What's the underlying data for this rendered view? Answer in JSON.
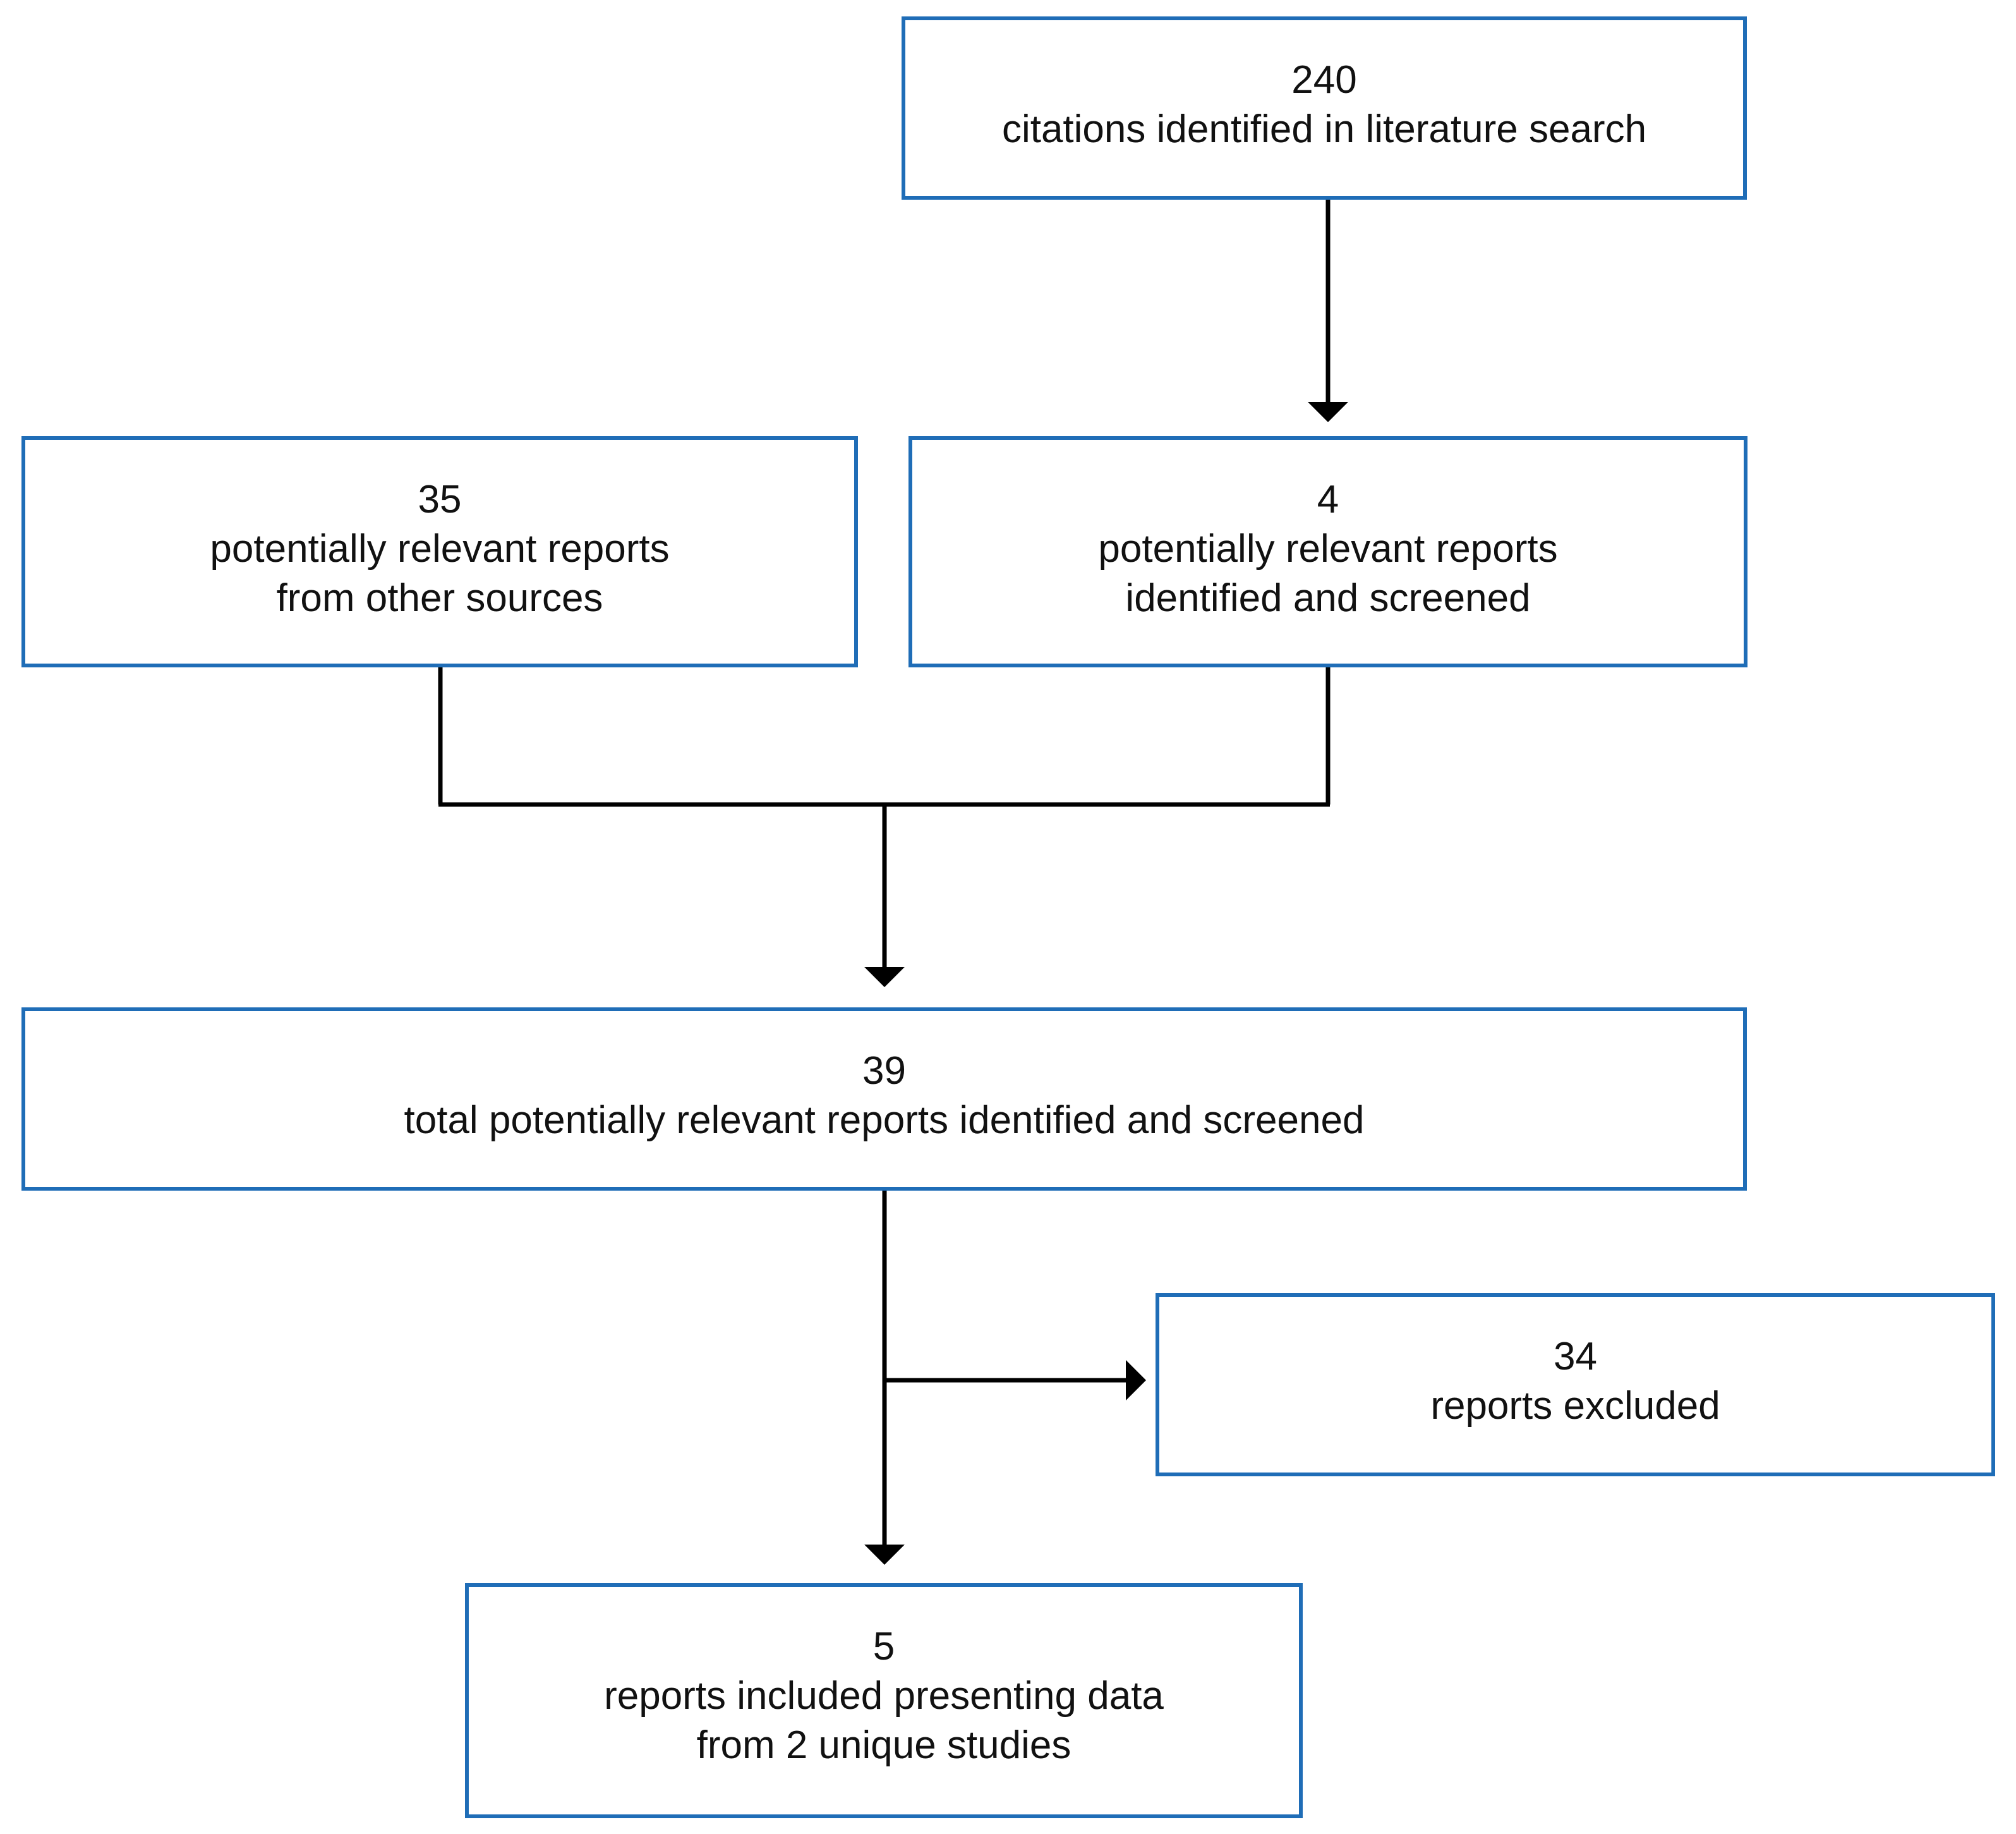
{
  "diagram": {
    "boxes": {
      "search": {
        "count": "240",
        "lines": [
          "citations identified in literature search"
        ]
      },
      "other_sources": {
        "count": "35",
        "lines": [
          "potentially relevant reports",
          "from other sources"
        ]
      },
      "screened": {
        "count": "4",
        "lines": [
          "potentially relevant reports",
          "identified and screened"
        ]
      },
      "total": {
        "count": "39",
        "lines": [
          "total potentially relevant reports identified and screened"
        ]
      },
      "excluded": {
        "count": "34",
        "lines": [
          "reports excluded"
        ]
      },
      "included": {
        "count": "5",
        "lines": [
          "reports included presenting data",
          "from 2 unique studies"
        ]
      }
    },
    "colors": {
      "box_border": "#1f6db7",
      "connector": "#000000",
      "text": "#111111"
    }
  }
}
